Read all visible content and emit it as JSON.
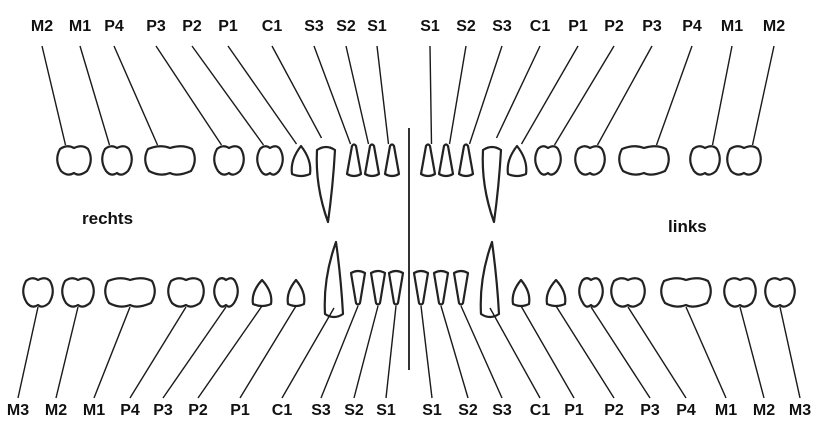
{
  "diagram": {
    "labels": {
      "upper": [
        "M2",
        "M1",
        "P4",
        "P3",
        "P2",
        "P1",
        "C1",
        "S3",
        "S2",
        "S1",
        "S1",
        "S2",
        "S3",
        "C1",
        "P1",
        "P2",
        "P3",
        "P4",
        "M1",
        "M2"
      ],
      "lower": [
        "M3",
        "M2",
        "M1",
        "P4",
        "P3",
        "P2",
        "P1",
        "C1",
        "S3",
        "S2",
        "S1",
        "S1",
        "S2",
        "S3",
        "C1",
        "P1",
        "P2",
        "P3",
        "P4",
        "M1",
        "M2",
        "M3"
      ]
    },
    "side_right": "rechts",
    "side_left": "links"
  }
}
